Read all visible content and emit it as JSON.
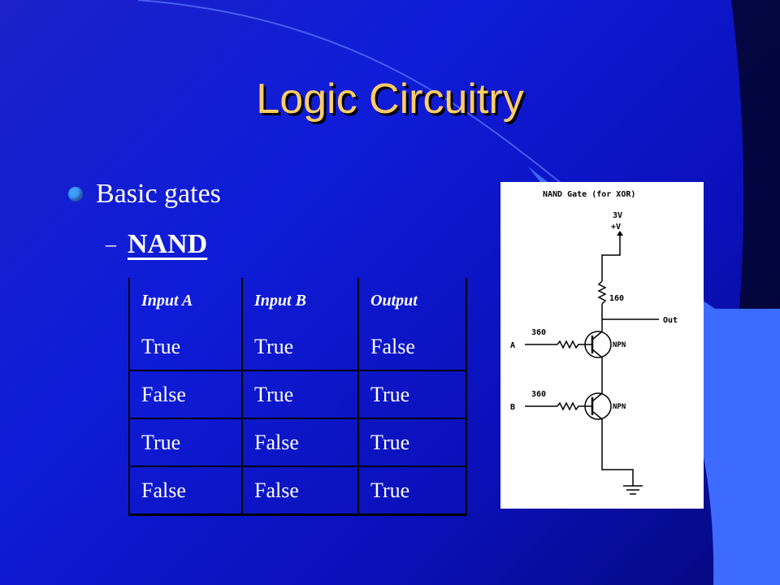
{
  "slide": {
    "title": "Logic Circuitry",
    "bullet_level1": "Basic gates",
    "bullet_level2": "NAND"
  },
  "table": {
    "headers": [
      "Input A",
      "Input B",
      "Output"
    ],
    "rows": [
      [
        "True",
        "True",
        "False"
      ],
      [
        "False",
        "True",
        "True"
      ],
      [
        "True",
        "False",
        "True"
      ],
      [
        "False",
        "False",
        "True"
      ]
    ]
  },
  "schematic": {
    "title": "NAND Gate (for XOR)",
    "supply_voltage": "3V",
    "supply_label": "+V",
    "pullup_resistor": "160",
    "output_label": "Out",
    "resistor_a": "360",
    "resistor_b": "360",
    "input_a_label": "A",
    "input_b_label": "B",
    "transistor_top_type": "NPN",
    "transistor_bottom_type": "NPN"
  },
  "colors": {
    "background_blue": "#0f1cd8",
    "title_color": "#ffcc66",
    "bullet_dot": "#3fa0ff",
    "accent_light_blue": "#3d6bff"
  }
}
